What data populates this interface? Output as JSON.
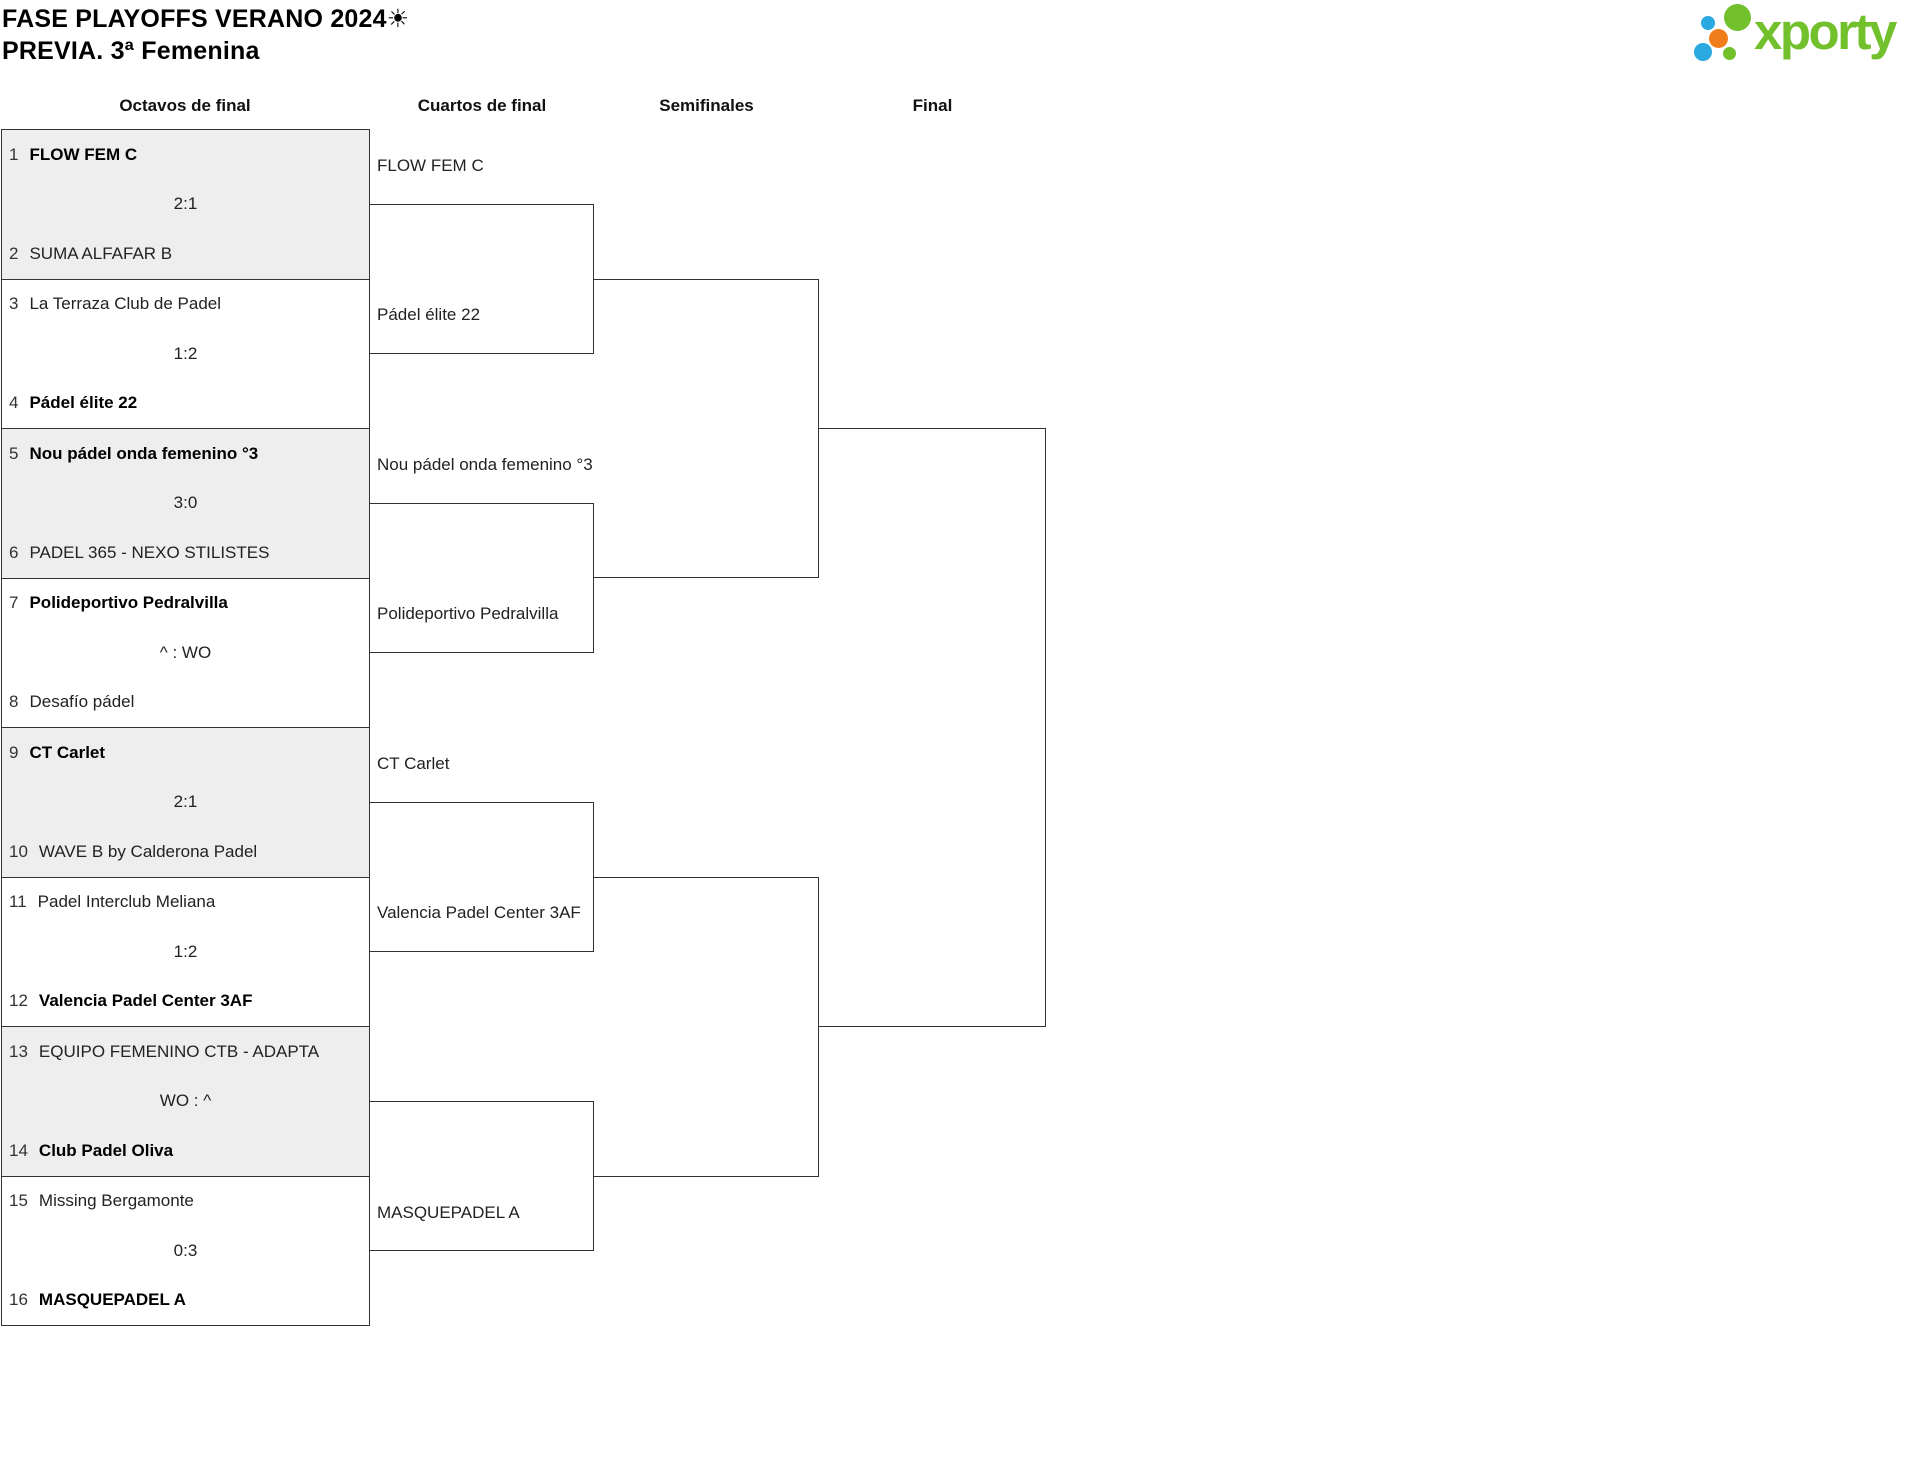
{
  "header": {
    "title": "FASE PLAYOFFS VERANO 2024☀",
    "subtitle": "PREVIA. 3ª Femenina"
  },
  "logo": {
    "wordmark": "xporty",
    "green": "#72c02c",
    "blue": "#2aa9e0",
    "orange": "#ef7e1a"
  },
  "colors": {
    "line": "#333333",
    "match_alt_bg": "#eeeeee",
    "text": "#222222"
  },
  "round_headers": [
    "Octavos de final",
    "Cuartos de final",
    "Semifinales",
    "Final"
  ],
  "round_of_16": [
    {
      "seed_top": "1",
      "team_top": "FLOW FEM C",
      "top_winner": true,
      "score": "2:1",
      "seed_bottom": "2",
      "team_bottom": "SUMA ALFAFAR B",
      "bottom_winner": false
    },
    {
      "seed_top": "3",
      "team_top": "La Terraza Club de Padel",
      "top_winner": false,
      "score": "1:2",
      "seed_bottom": "4",
      "team_bottom": "Pádel élite 22",
      "bottom_winner": true
    },
    {
      "seed_top": "5",
      "team_top": "Nou pádel onda femenino °3",
      "top_winner": true,
      "score": "3:0",
      "seed_bottom": "6",
      "team_bottom": "PADEL 365 - NEXO STILISTES",
      "bottom_winner": false
    },
    {
      "seed_top": "7",
      "team_top": "Polideportivo Pedralvilla",
      "top_winner": true,
      "score": "^ : WO",
      "seed_bottom": "8",
      "team_bottom": "Desafío pádel",
      "bottom_winner": false
    },
    {
      "seed_top": "9",
      "team_top": "CT Carlet",
      "top_winner": true,
      "score": "2:1",
      "seed_bottom": "10",
      "team_bottom": "WAVE B by Calderona Padel",
      "bottom_winner": false
    },
    {
      "seed_top": "11",
      "team_top": "Padel Interclub Meliana",
      "top_winner": false,
      "score": "1:2",
      "seed_bottom": "12",
      "team_bottom": "Valencia Padel Center 3AF",
      "bottom_winner": true
    },
    {
      "seed_top": "13",
      "team_top": "EQUIPO FEMENINO CTB - ADAPTA",
      "top_winner": false,
      "score": "WO : ^",
      "seed_bottom": "14",
      "team_bottom": "Club Padel Oliva",
      "bottom_winner": true
    },
    {
      "seed_top": "15",
      "team_top": "Missing Bergamonte",
      "top_winner": false,
      "score": "0:3",
      "seed_bottom": "16",
      "team_bottom": "MASQUEPADEL A",
      "bottom_winner": true
    }
  ],
  "quarterfinal_slots": [
    "FLOW FEM C",
    "Pádel élite 22",
    "Nou pádel onda femenino °3",
    "Polideportivo Pedralvilla",
    "CT Carlet",
    "Valencia Padel Center 3AF",
    "",
    "MASQUEPADEL A"
  ]
}
